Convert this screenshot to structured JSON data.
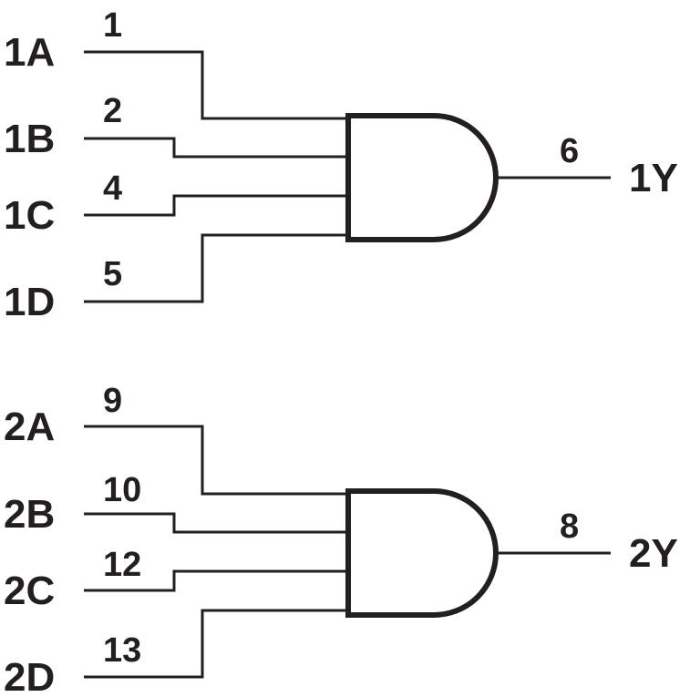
{
  "colors": {
    "line": "#231f20",
    "text": "#231f20",
    "background": "#ffffff"
  },
  "gate1": {
    "type": "AND",
    "inputs": [
      {
        "signal": "1A",
        "pin": "1"
      },
      {
        "signal": "1B",
        "pin": "2"
      },
      {
        "signal": "1C",
        "pin": "4"
      },
      {
        "signal": "1D",
        "pin": "5"
      }
    ],
    "output": {
      "signal": "1Y",
      "pin": "6"
    }
  },
  "gate2": {
    "type": "AND",
    "inputs": [
      {
        "signal": "2A",
        "pin": "9"
      },
      {
        "signal": "2B",
        "pin": "10"
      },
      {
        "signal": "2C",
        "pin": "12"
      },
      {
        "signal": "2D",
        "pin": "13"
      }
    ],
    "output": {
      "signal": "2Y",
      "pin": "8"
    }
  }
}
